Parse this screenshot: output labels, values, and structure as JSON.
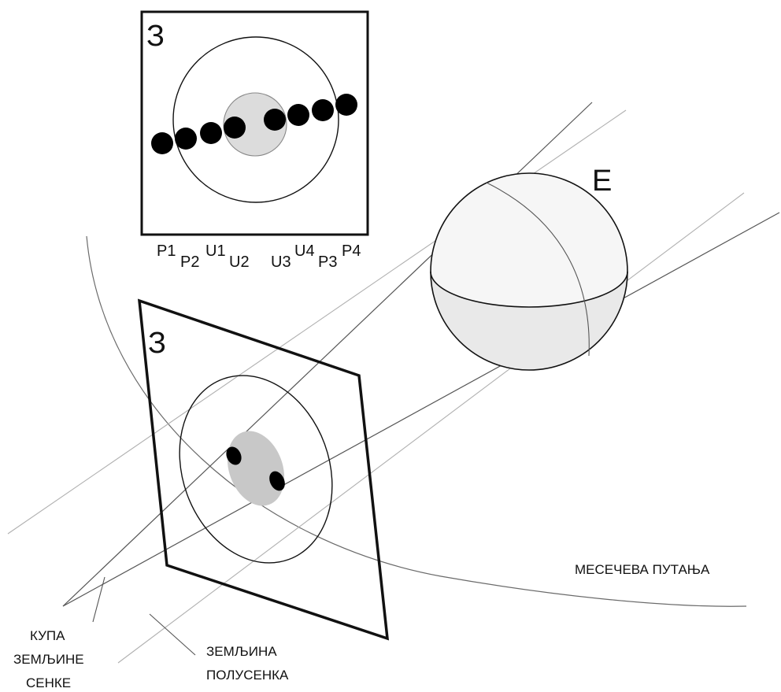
{
  "inset": {
    "label": "З",
    "positions": [
      {
        "id": "p1",
        "label": "P1"
      },
      {
        "id": "p2",
        "label": "P2"
      },
      {
        "id": "u1",
        "label": "U1"
      },
      {
        "id": "u2",
        "label": "U2"
      },
      {
        "id": "u3",
        "label": "U3"
      },
      {
        "id": "u4",
        "label": "U4"
      },
      {
        "id": "p3",
        "label": "P3"
      },
      {
        "id": "p4",
        "label": "P4"
      }
    ]
  },
  "earth": {
    "label": "Е"
  },
  "plane": {
    "label": "З"
  },
  "labels": {
    "moon_path": "МЕСЕЧЕВА ПУТАЊА",
    "umbra_cone": [
      "КУПА",
      "ЗЕМЉИНЕ",
      "СЕНКЕ"
    ],
    "penumbra": [
      "ЗЕМЉИНА",
      "ПОЛУСЕНКА"
    ]
  },
  "colors": {
    "line": "#111111",
    "light_line": "#9a9a9a",
    "umbra_fill": "#c8c8c8",
    "inset_umbra_fill": "#dcdcdc",
    "moon_dot": "#000000"
  }
}
